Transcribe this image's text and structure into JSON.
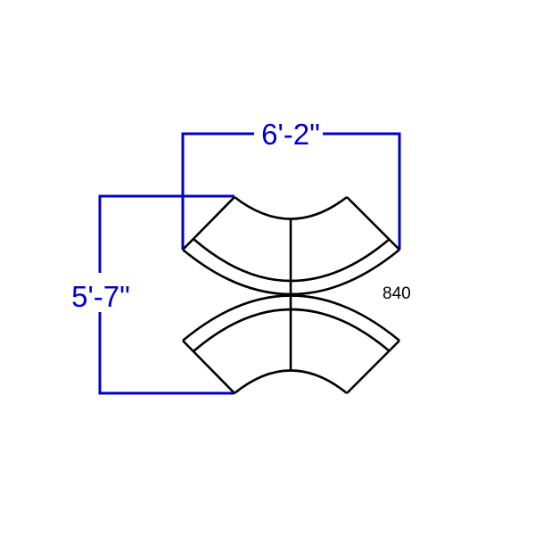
{
  "diagram": {
    "type": "furniture-plan-view",
    "model_label": "840",
    "dimensions": {
      "width": "6'-2\"",
      "depth": "5'-7\""
    },
    "colors": {
      "dimension": "#0000cc",
      "outline": "#000000",
      "background": "#ffffff"
    },
    "pieces": [
      {
        "name": "curved-sofa-top",
        "sections": 2
      },
      {
        "name": "curved-sofa-bottom",
        "sections": 2
      }
    ]
  }
}
